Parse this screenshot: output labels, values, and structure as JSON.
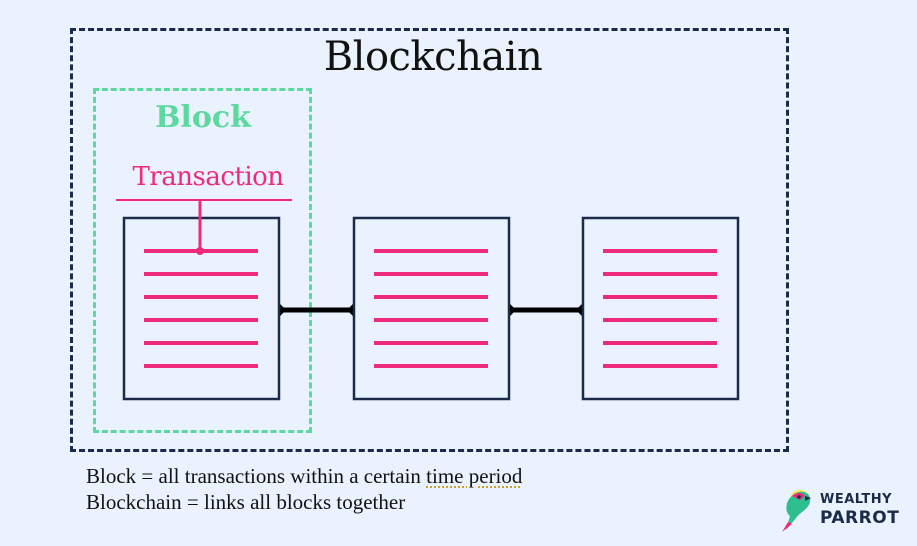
{
  "title": "Blockchain",
  "block_label": "Block",
  "transaction_label": "Transaction",
  "caption": {
    "line1_prefix": "Block = all transactions within a certain ",
    "line1_underlined": "time period",
    "line2": "Blockchain = links all blocks together"
  },
  "logo": {
    "word1": "WEALTHY",
    "word2": "PARROT",
    "icon": "parrot-icon"
  },
  "colors": {
    "background": "#eaf2fd",
    "navy": "#1b2b4a",
    "green": "#5dd9a0",
    "pink": "#ee2a7b"
  },
  "diagram": {
    "blocks": 3,
    "lines_per_block": 6,
    "links": 2
  }
}
